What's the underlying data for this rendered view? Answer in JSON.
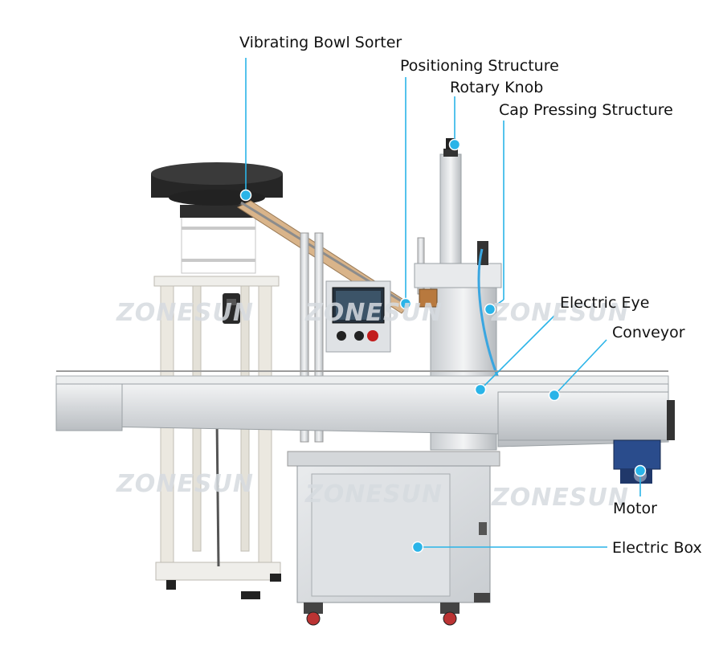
{
  "watermark": "ZONESUN",
  "labels": {
    "vibrating_bowl_sorter": "Vibrating Bowl Sorter",
    "positioning_structure": "Positioning Structure",
    "rotary_knob": "Rotary Knob",
    "cap_pressing_structure": "Cap Pressing Structure",
    "electric_eye": "Electric Eye",
    "conveyor": "Conveyor",
    "motor": "Motor",
    "electric_box": "Electric Box"
  },
  "colors": {
    "leader_line": "#2ab4e8",
    "label_text": "#111111",
    "steel": "#d9dcdf"
  }
}
